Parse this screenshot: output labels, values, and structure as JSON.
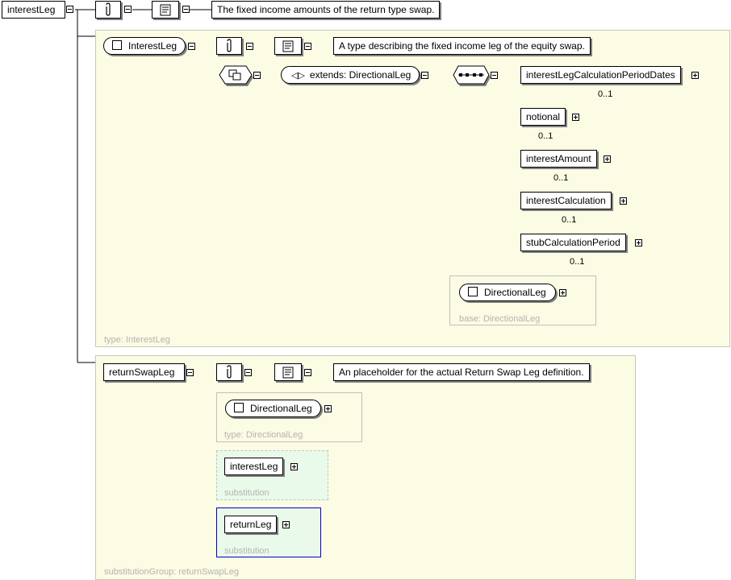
{
  "root": {
    "element": "interestLeg",
    "documentation": "The fixed income amounts of the return type swap."
  },
  "interest_leg_type": {
    "type_label": "InterestLeg",
    "documentation": "A type describing the fixed income leg of the equity swap.",
    "extends_label": "extends: DirectionalLeg",
    "footer": "type: InterestLeg",
    "children": [
      {
        "name": "interestLegCalculationPeriodDates",
        "occurrence": "0..1"
      },
      {
        "name": "notional",
        "occurrence": "0..1"
      },
      {
        "name": "interestAmount",
        "occurrence": "0..1"
      },
      {
        "name": "interestCalculation",
        "occurrence": "0..1"
      },
      {
        "name": "stubCalculationPeriod",
        "occurrence": "0..1"
      }
    ],
    "base": {
      "type_label": "DirectionalLeg",
      "footer": "base: DirectionalLeg"
    }
  },
  "return_swap_leg": {
    "element": "returnSwapLeg",
    "documentation": "An placeholder for the actual Return Swap Leg definition.",
    "type_box": {
      "type_label": "DirectionalLeg",
      "footer": "type: DirectionalLeg"
    },
    "substitutions": [
      {
        "name": "interestLeg",
        "footer": "substitution"
      },
      {
        "name": "returnLeg",
        "footer": "substitution"
      }
    ],
    "footer": "substitutionGroup: returnSwapLeg"
  }
}
